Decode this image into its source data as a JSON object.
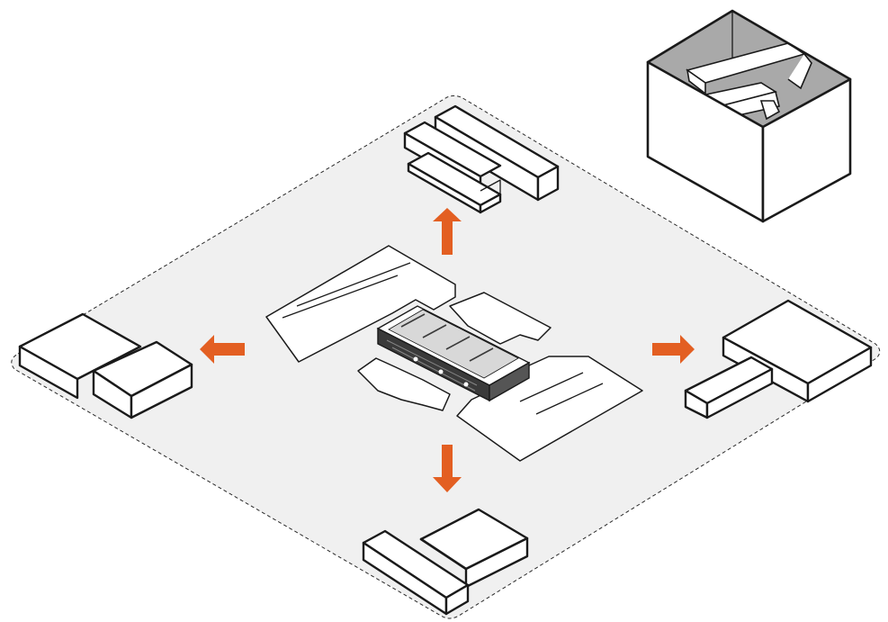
{
  "colors": {
    "background": "#ffffff",
    "work_area": "#f0f0f0",
    "work_area_border": "#2a2a2a",
    "outline": "#1a1a1a",
    "arrow": "#e35f22",
    "box_interior": "#a9a9a9",
    "device_body": "#3a3a3a"
  },
  "icons": {
    "box": "open-shipping-box-icon",
    "device": "rack-unit-device",
    "arrow": "orange-direction-arrow",
    "foam": "foam-packing-block"
  }
}
